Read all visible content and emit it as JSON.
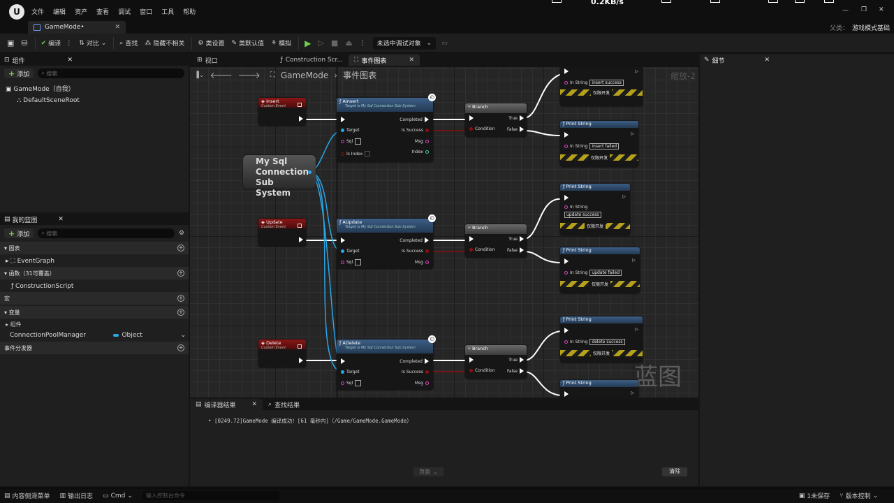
{
  "titlebar": {
    "network": "0.2KB/s"
  },
  "menu": [
    "文件",
    "编辑",
    "资产",
    "查看",
    "调试",
    "窗口",
    "工具",
    "帮助"
  ],
  "tab": {
    "label": "GameMode•"
  },
  "parent": {
    "label": "父类：",
    "value": "游戏模式基础"
  },
  "toolbar": {
    "compile": "编译",
    "diff": "对比",
    "find": "查找",
    "hide": "隐藏不相关",
    "class_settings": "类设置",
    "class_defaults": "类默认值",
    "simulate": "模拟",
    "debug_target": "未选中调试对象"
  },
  "components": {
    "title": "组件",
    "add": "添加",
    "search_placeholder": "搜索",
    "root": "GameMode（自我）",
    "child": "DefaultSceneRoot"
  },
  "myblueprint": {
    "title": "我的蓝图",
    "add": "添加",
    "search_placeholder": "搜索",
    "graphs": "图表",
    "event_graph": "EventGraph",
    "functions": "函数（31可覆盖）",
    "construction": "ConstructionScript",
    "macros": "宏",
    "variables": "变量",
    "components": "组件",
    "var_name": "ConnectionPoolManager",
    "var_type": "Object",
    "dispatchers": "事件分发器"
  },
  "graph_tabs": {
    "viewport": "视口",
    "construction": "Construction Scr...",
    "event_graph": "事件图表"
  },
  "breadcrumb": {
    "bp": "GameMode",
    "graph": "事件图表"
  },
  "zoom": "缩放-2",
  "details": {
    "title": "细节"
  },
  "nodes": {
    "insert_event": {
      "title": "Insert",
      "sub": "Custom Event"
    },
    "update_event": {
      "title": "Update",
      "sub": "Custom Event"
    },
    "delete_event": {
      "title": "Delete",
      "sub": "Custom Event"
    },
    "subsystem": "My Sql Connection Sub System",
    "ainsert": {
      "title": "AInsert",
      "sub": "Target is My Sql Connection Sub System"
    },
    "aupdate": {
      "title": "AUpdate",
      "sub": "Target is My Sql Connection Sub System"
    },
    "adelete": {
      "title": "ADelete",
      "sub": "Target is My Sql Connection Sub System"
    },
    "pins": {
      "target": "Target",
      "sql": "Sql",
      "is_index": "Is Index",
      "completed": "Completed",
      "is_success": "Is Success",
      "msg": "Msg",
      "index": "Index"
    },
    "branch": {
      "title": "Branch",
      "condition": "Condition",
      "true": "True",
      "false": "False"
    },
    "print": {
      "title": "Print String",
      "in_string": "In String",
      "dev_only": "仅限开发"
    },
    "strings": {
      "insert_success": "insert success",
      "insert_failed": "insert failed",
      "update_success": "update success",
      "update_failed": "update failed",
      "delete_success": "delete success"
    }
  },
  "watermark": "蓝图",
  "output": {
    "tab1": "编译器结果",
    "tab2": "查找结果",
    "log": "• [0249.72]GameMode 编译成功！[61 毫秒内]（/Game/GameMode.GameMode）",
    "page": "页面",
    "clear": "清除"
  },
  "status": {
    "drawer": "内容侧滑菜单",
    "log": "输出日志",
    "cmd": "Cmd",
    "console_placeholder": "输入控制台命令",
    "unsaved": "1未保存",
    "source": "版本控制"
  }
}
